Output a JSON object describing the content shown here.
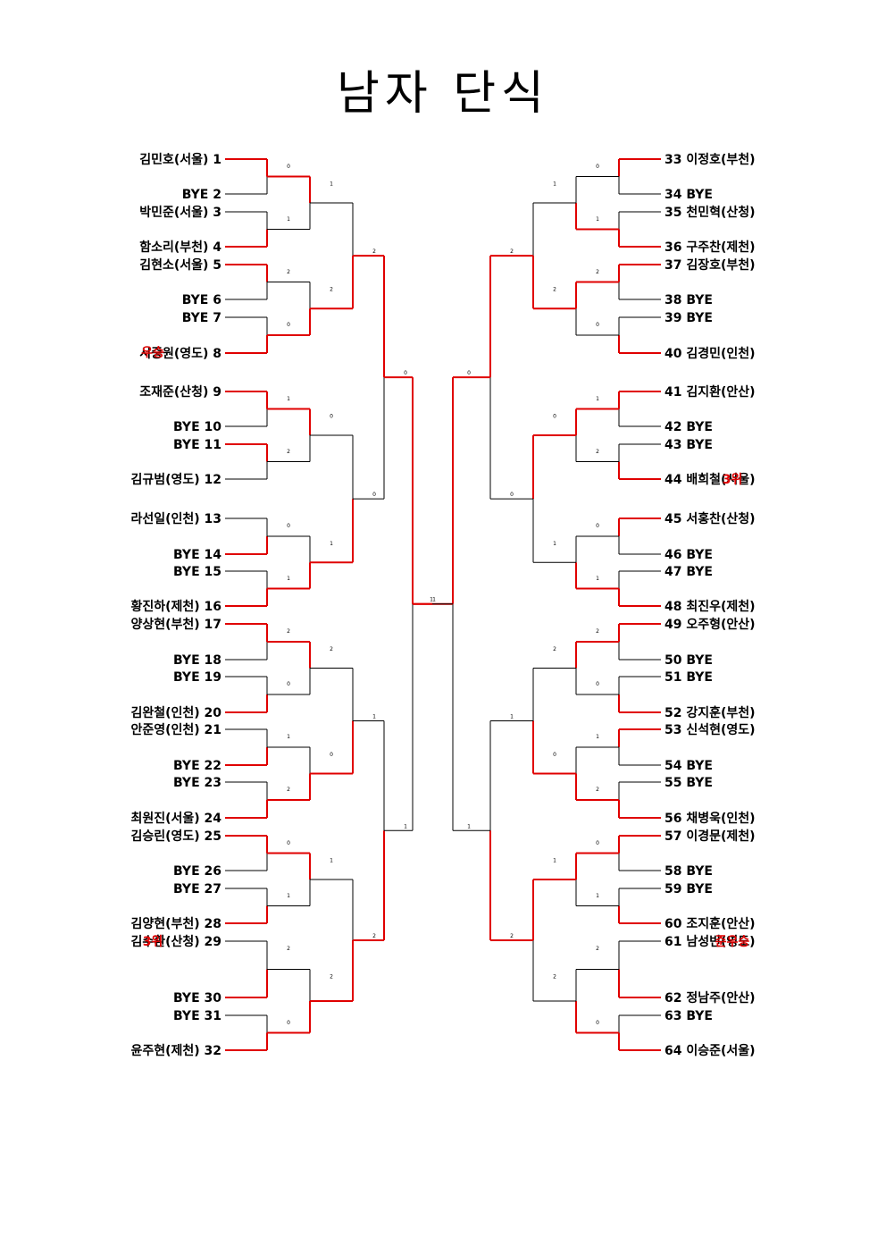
{
  "title": "남자 단식",
  "colors": {
    "win": "#e00000",
    "line": "#000000",
    "text": "#000000",
    "award": "#e00000"
  },
  "players_left": [
    "김민호(서울) 1",
    "BYE 2",
    "박민준(서울) 3",
    "함소리(부천) 4",
    "김현소(서울) 5",
    "BYE 6",
    "BYE 7",
    "서중원(영도) 8",
    "조재준(산청) 9",
    "BYE 10",
    "BYE 11",
    "김규범(영도) 12",
    "라선일(인천) 13",
    "BYE 14",
    "BYE 15",
    "황진하(제천) 16",
    "양상현(부천) 17",
    "BYE 18",
    "BYE 19",
    "김완철(인천) 20",
    "안준영(인천) 21",
    "BYE 22",
    "BYE 23",
    "최원진(서울) 24",
    "김승린(영도) 25",
    "BYE 26",
    "BYE 27",
    "김양현(부천) 28",
    "김수환(산청) 29",
    "BYE 30",
    "BYE 31",
    "윤주현(제천) 32"
  ],
  "players_right": [
    "33 이정호(부천)",
    "34 BYE",
    "35 천민혁(산청)",
    "36 구주찬(제천)",
    "37 김장호(부천)",
    "38 BYE",
    "39 BYE",
    "40 김경민(인천)",
    "41 김지환(안산)",
    "42 BYE",
    "43 BYE",
    "44 배희철(서울)",
    "45 서홍찬(산청)",
    "46 BYE",
    "47 BYE",
    "48 최진우(제천)",
    "49 오주형(안산)",
    "50 BYE",
    "51 BYE",
    "52 강지훈(부천)",
    "53 신석현(영도)",
    "54 BYE",
    "55 BYE",
    "56 채병욱(인천)",
    "57 이경문(제천)",
    "58 BYE",
    "59 BYE",
    "60 조지훈(안산)",
    "61 남성빈(영도)",
    "62 정남주(안산)",
    "63 BYE",
    "64 이승준(서울)"
  ],
  "awards": [
    {
      "id": "champion",
      "text": "우승"
    },
    {
      "id": "third_left",
      "text": "3위"
    },
    {
      "id": "third_right",
      "text": "3위"
    },
    {
      "id": "runner_up",
      "text": "준우승"
    }
  ],
  "left_r1_winners": [
    0,
    1,
    0,
    1,
    0,
    0,
    1,
    1,
    0,
    1,
    1,
    1,
    0,
    1,
    1,
    1
  ],
  "right_r1_winners": [
    0,
    1,
    0,
    1,
    0,
    1,
    0,
    1,
    0,
    1,
    0,
    1,
    0,
    1,
    1,
    1
  ],
  "left_r2_winners": [
    0,
    1,
    0,
    1,
    0,
    1,
    0,
    1
  ],
  "right_r2_winners": [
    1,
    0,
    0,
    1,
    0,
    1,
    0,
    1
  ],
  "left_r3_winners": [
    1,
    1,
    1,
    1
  ],
  "right_r3_winners": [
    1,
    0,
    1,
    0
  ],
  "left_r4_winners": [
    0,
    1
  ],
  "right_r4_winners": [
    0,
    1
  ],
  "left_r5_winner": 1,
  "right_r5_winner": 1,
  "final_left_won": true,
  "score_marks": [
    "0",
    "1",
    "2"
  ]
}
